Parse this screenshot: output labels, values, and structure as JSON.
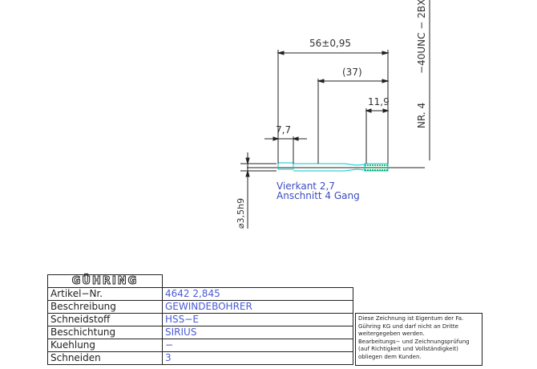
{
  "drawing": {
    "dimensions": {
      "overall_length": "56±0,95",
      "shank_length": "(37)",
      "thread_length": "11,9",
      "square_length": "7,7",
      "diameter": "⌀3,5h9"
    },
    "thread_spec": "−40UNC − 2BX",
    "nr": "NR. 4",
    "notes": {
      "square": "Vierkant 2,7",
      "chamfer": "Anschnitt 4 Gang"
    }
  },
  "title_block": {
    "brand": "GÜHRING",
    "rows": [
      {
        "label": "Artikel−Nr.",
        "value": "4642 2,845"
      },
      {
        "label": "Beschreibung",
        "value": "GEWINDEBOHRER"
      },
      {
        "label": "Schneidstoff",
        "value": "HSS−E"
      },
      {
        "label": "Beschichtung",
        "value": "SIRIUS"
      },
      {
        "label": "Kuehlung",
        "value": "−"
      },
      {
        "label": "Schneiden",
        "value": "3"
      }
    ]
  },
  "disclaimer": {
    "lines": [
      "Diese Zeichnung ist Eigentum der Fa.",
      "Gühring KG und darf nicht an Dritte",
      "weitergegeben werden.",
      "Bearbeitungs− und Zeichnungsprüfung",
      "(auf Richtigkeit und Vollständigkeit)",
      "obliegen dem Kunden."
    ]
  },
  "colors": {
    "line": "#222222",
    "note_text": "#3b4cc0",
    "tool_outline": "#00c8c8",
    "thread_hatch": "#00a050"
  }
}
